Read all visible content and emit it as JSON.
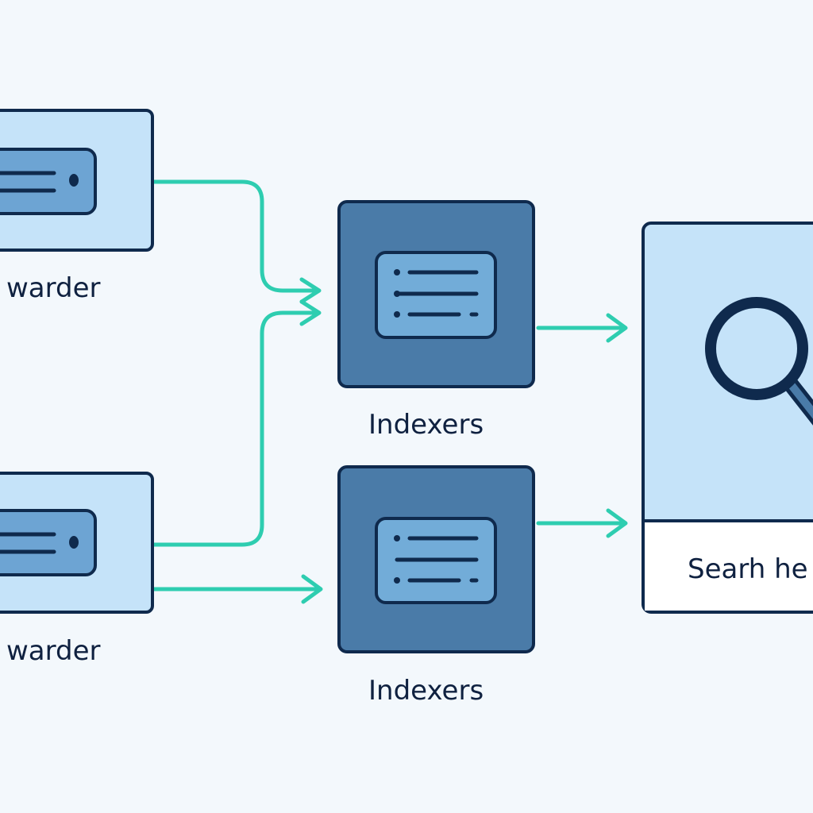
{
  "colors": {
    "background": "#f3f8fc",
    "outline": "#0f2a4d",
    "forwarder_fill": "#c5e3f9",
    "forwarder_icon_fill": "#6da4d3",
    "indexer_fill": "#4a7ba8",
    "indexer_icon_fill": "#72acd8",
    "search_fill": "#c5e3f9",
    "search_label_fill": "#ffffff",
    "arrow": "#2ecdb0"
  },
  "nodes": {
    "forwarder_top": {
      "label": "warder"
    },
    "forwarder_bottom": {
      "label": "warder"
    },
    "indexer_top": {
      "label": "Indexers"
    },
    "indexer_bottom": {
      "label": "Indexers"
    },
    "search_head": {
      "label": "Searh he",
      "icon": "magnifier-icon"
    }
  },
  "icons": {
    "forwarder": "server-icon",
    "indexer": "server-list-icon",
    "search": "magnifier-icon"
  }
}
